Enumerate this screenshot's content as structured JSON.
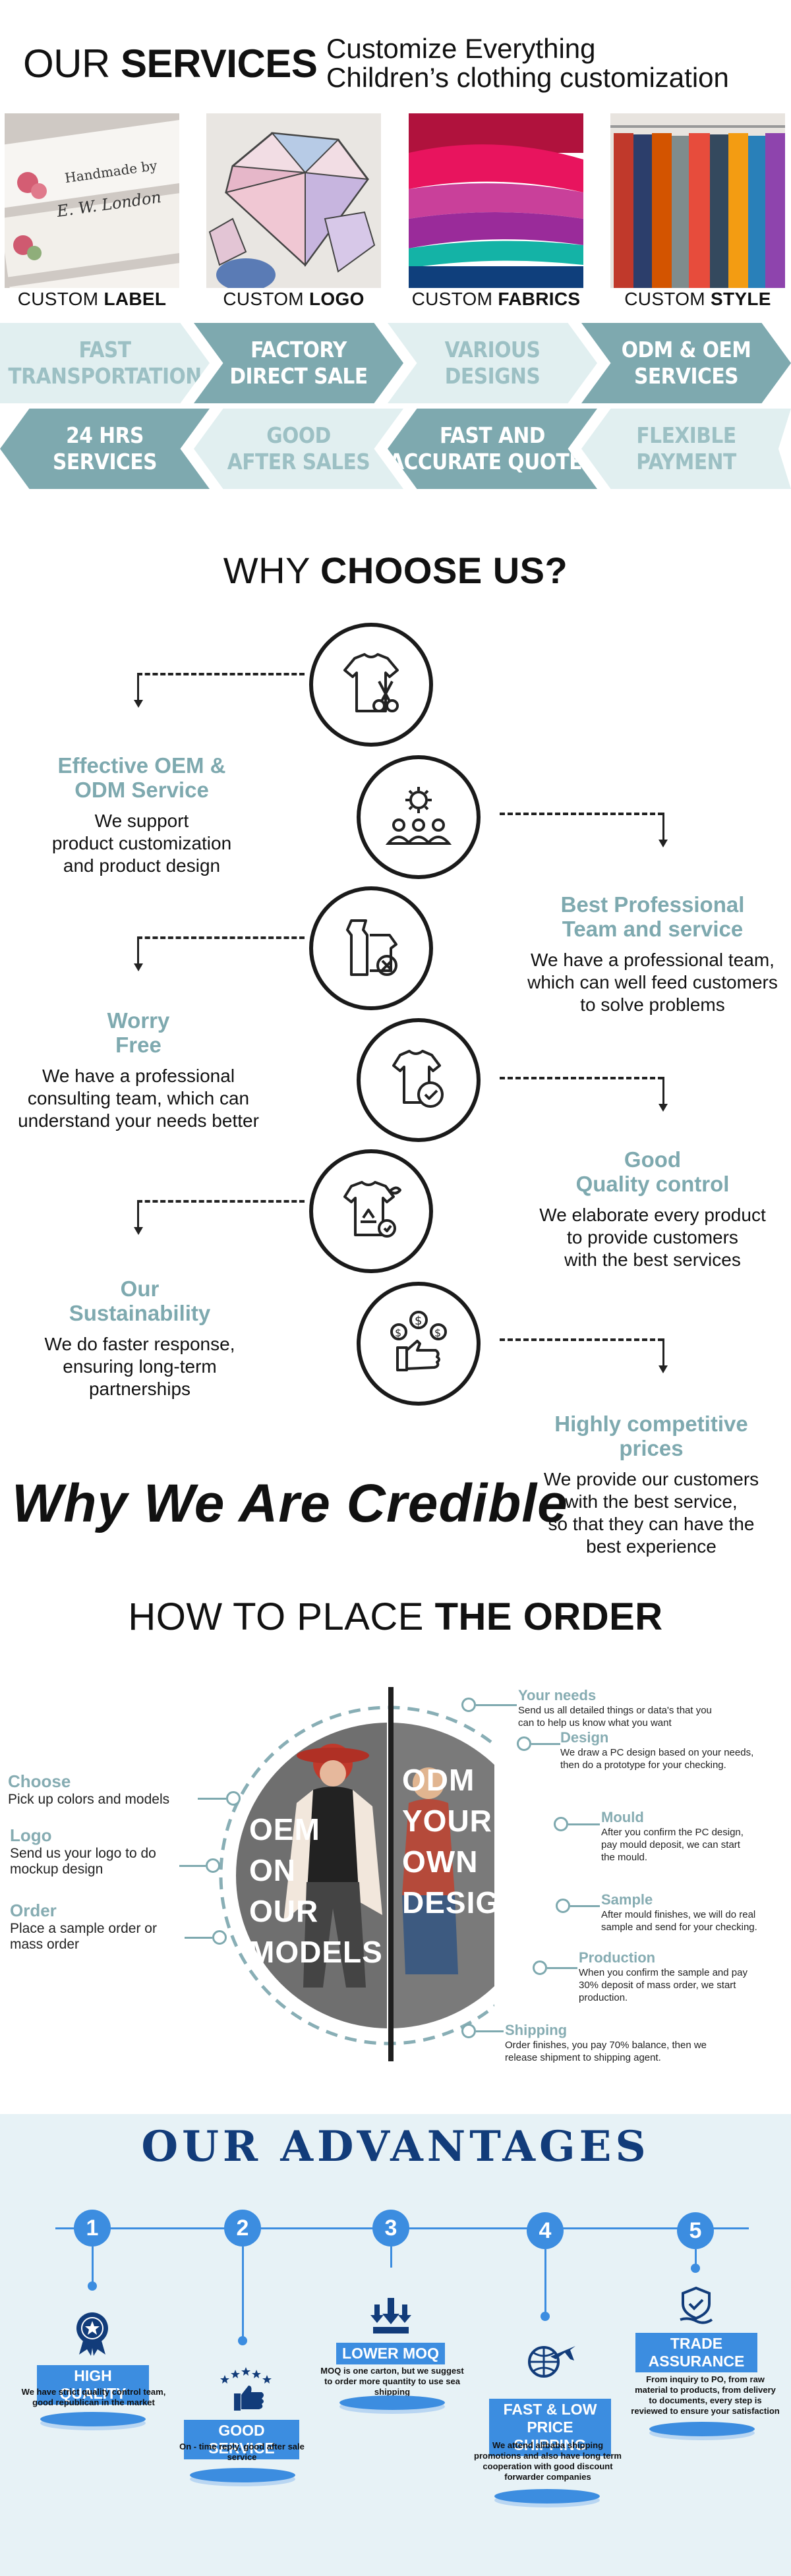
{
  "services": {
    "title_regular": "OUR ",
    "title_bold": "SERVICES",
    "tagline_line1": "Customize Everything",
    "tagline_line2": "Children’s clothing customization",
    "items": [
      {
        "label_regular": "CUSTOM ",
        "label_bold": "LABEL",
        "photo_text1": "Handmade by",
        "photo_text2": "E. W. London"
      },
      {
        "label_regular": "CUSTOM ",
        "label_bold": "LOGO"
      },
      {
        "label_regular": "CUSTOM ",
        "label_bold": "FABRICS"
      },
      {
        "label_regular": "CUSTOM ",
        "label_bold": "STYLE"
      }
    ]
  },
  "benefits": {
    "row1": [
      {
        "line1": "FAST",
        "line2": "TRANSPORTATION"
      },
      {
        "line1": "FACTORY",
        "line2": "DIRECT SALE"
      },
      {
        "line1": "VARIOUS",
        "line2": "DESIGNS"
      },
      {
        "line1": "ODM & OEM",
        "line2": "SERVICES"
      }
    ],
    "row2": [
      {
        "line1": "24 HRS",
        "line2": "SERVICES"
      },
      {
        "line1": "GOOD",
        "line2": "AFTER SALES"
      },
      {
        "line1": "FAST AND",
        "line2": "ACCURATE QUOTES"
      },
      {
        "line1": "FLEXIBLE",
        "line2": "PAYMENT"
      }
    ]
  },
  "why": {
    "title_regular": "WHY ",
    "title_bold": "CHOOSE US?",
    "features": [
      {
        "h1": "Effective OEM &",
        "h2": "ODM Service",
        "p1": "We support",
        "p2": "product customization",
        "p3": "and product design"
      },
      {
        "h1": "Best Professional",
        "h2": "Team and service",
        "p1": "We have a professional team,",
        "p2": "which can well feed customers",
        "p3": "to solve problems"
      },
      {
        "h1": "Worry",
        "h2": "Free",
        "p1": "We have a professional",
        "p2": "consulting team, which can",
        "p3": "understand your needs better"
      },
      {
        "h1": "Good",
        "h2": "Quality control",
        "p1": "We elaborate every product",
        "p2": "to provide customers",
        "p3": "with the best services"
      },
      {
        "h1": "Our",
        "h2": "Sustainability",
        "p1": "We do faster response,",
        "p2": "ensuring long-term",
        "p3": "partnerships"
      },
      {
        "h1": "Highly competitive",
        "h2": "prices",
        "p1": "We provide our customers",
        "p2": "with the best service,",
        "p3": "so that they can have the",
        "p4": "best experience"
      }
    ]
  },
  "credible": {
    "title": "Why We Are Credible"
  },
  "order": {
    "title_regular": "HOW TO PLACE ",
    "title_bold": "THE ORDER",
    "oem_words": [
      "OEM",
      "ON",
      "OUR",
      "MODELS"
    ],
    "odm_words": [
      "ODM",
      "YOUR",
      "OWN",
      "DESIGNS"
    ],
    "left_steps": [
      {
        "title": "Choose",
        "l1": "Pick up colors and models",
        "l2": ""
      },
      {
        "title": "Logo",
        "l1": "Send us your logo to do",
        "l2": "mockup design"
      },
      {
        "title": "Order",
        "l1": "Place a sample order or",
        "l2": "mass order"
      }
    ],
    "right_steps": [
      {
        "title": "Your needs",
        "l1": "Send us all detailed things or data's that you",
        "l2": "can to help us know what you want",
        "l3": ""
      },
      {
        "title": "Design",
        "l1": "We draw a PC design based on your needs,",
        "l2": "then do a prototype for your checking.",
        "l3": ""
      },
      {
        "title": "Mould",
        "l1": "After you confirm the PC design,",
        "l2": "pay mould deposit, we can start",
        "l3": "the mould."
      },
      {
        "title": "Sample",
        "l1": "After mould finishes, we will do real",
        "l2": "sample and send for your checking.",
        "l3": ""
      },
      {
        "title": "Production",
        "l1": "When you confirm the sample and pay",
        "l2": "30% deposit of mass order, we start",
        "l3": "production."
      },
      {
        "title": "Shipping",
        "l1": "Order finishes, you pay 70% balance, then we",
        "l2": "release shipment to shipping agent.",
        "l3": ""
      }
    ]
  },
  "advantages": {
    "title": "OUR ADVANTAGES",
    "items": [
      {
        "num": "1",
        "tag": "HIGH QUALITY",
        "tag2": "",
        "p1": "We have strict quality control team,",
        "p2": "good republican in the market",
        "p3": "",
        "p4": ""
      },
      {
        "num": "2",
        "tag": "GOOD SERVICE",
        "tag2": "",
        "p1": "On - time reply, good after sale",
        "p2": "service",
        "p3": "",
        "p4": ""
      },
      {
        "num": "3",
        "tag": "LOWER MOQ",
        "tag2": "",
        "p1": "MOQ is one carton, but we suggest",
        "p2": "to order more quantity to use sea",
        "p3": "shipping",
        "p4": ""
      },
      {
        "num": "4",
        "tag": "FAST & LOW",
        "tag2": "PRICE SHIPPING",
        "p1": "We attend alibaba shipping",
        "p2": "promotions and also have long term",
        "p3": "cooperation with good discount",
        "p4": "forwarder companies"
      },
      {
        "num": "5",
        "tag": "TRADE",
        "tag2": "ASSURANCE",
        "p1": "From inquiry to PO, from raw",
        "p2": "material to products, from delivery",
        "p3": "to documents, every step is",
        "p4": "reviewed to ensure your satisfaction"
      }
    ]
  },
  "colors": {
    "teal": "#7ea9af",
    "teal_light": "#e1eff0",
    "blue": "#3c8de0",
    "navy": "#123c7a"
  }
}
